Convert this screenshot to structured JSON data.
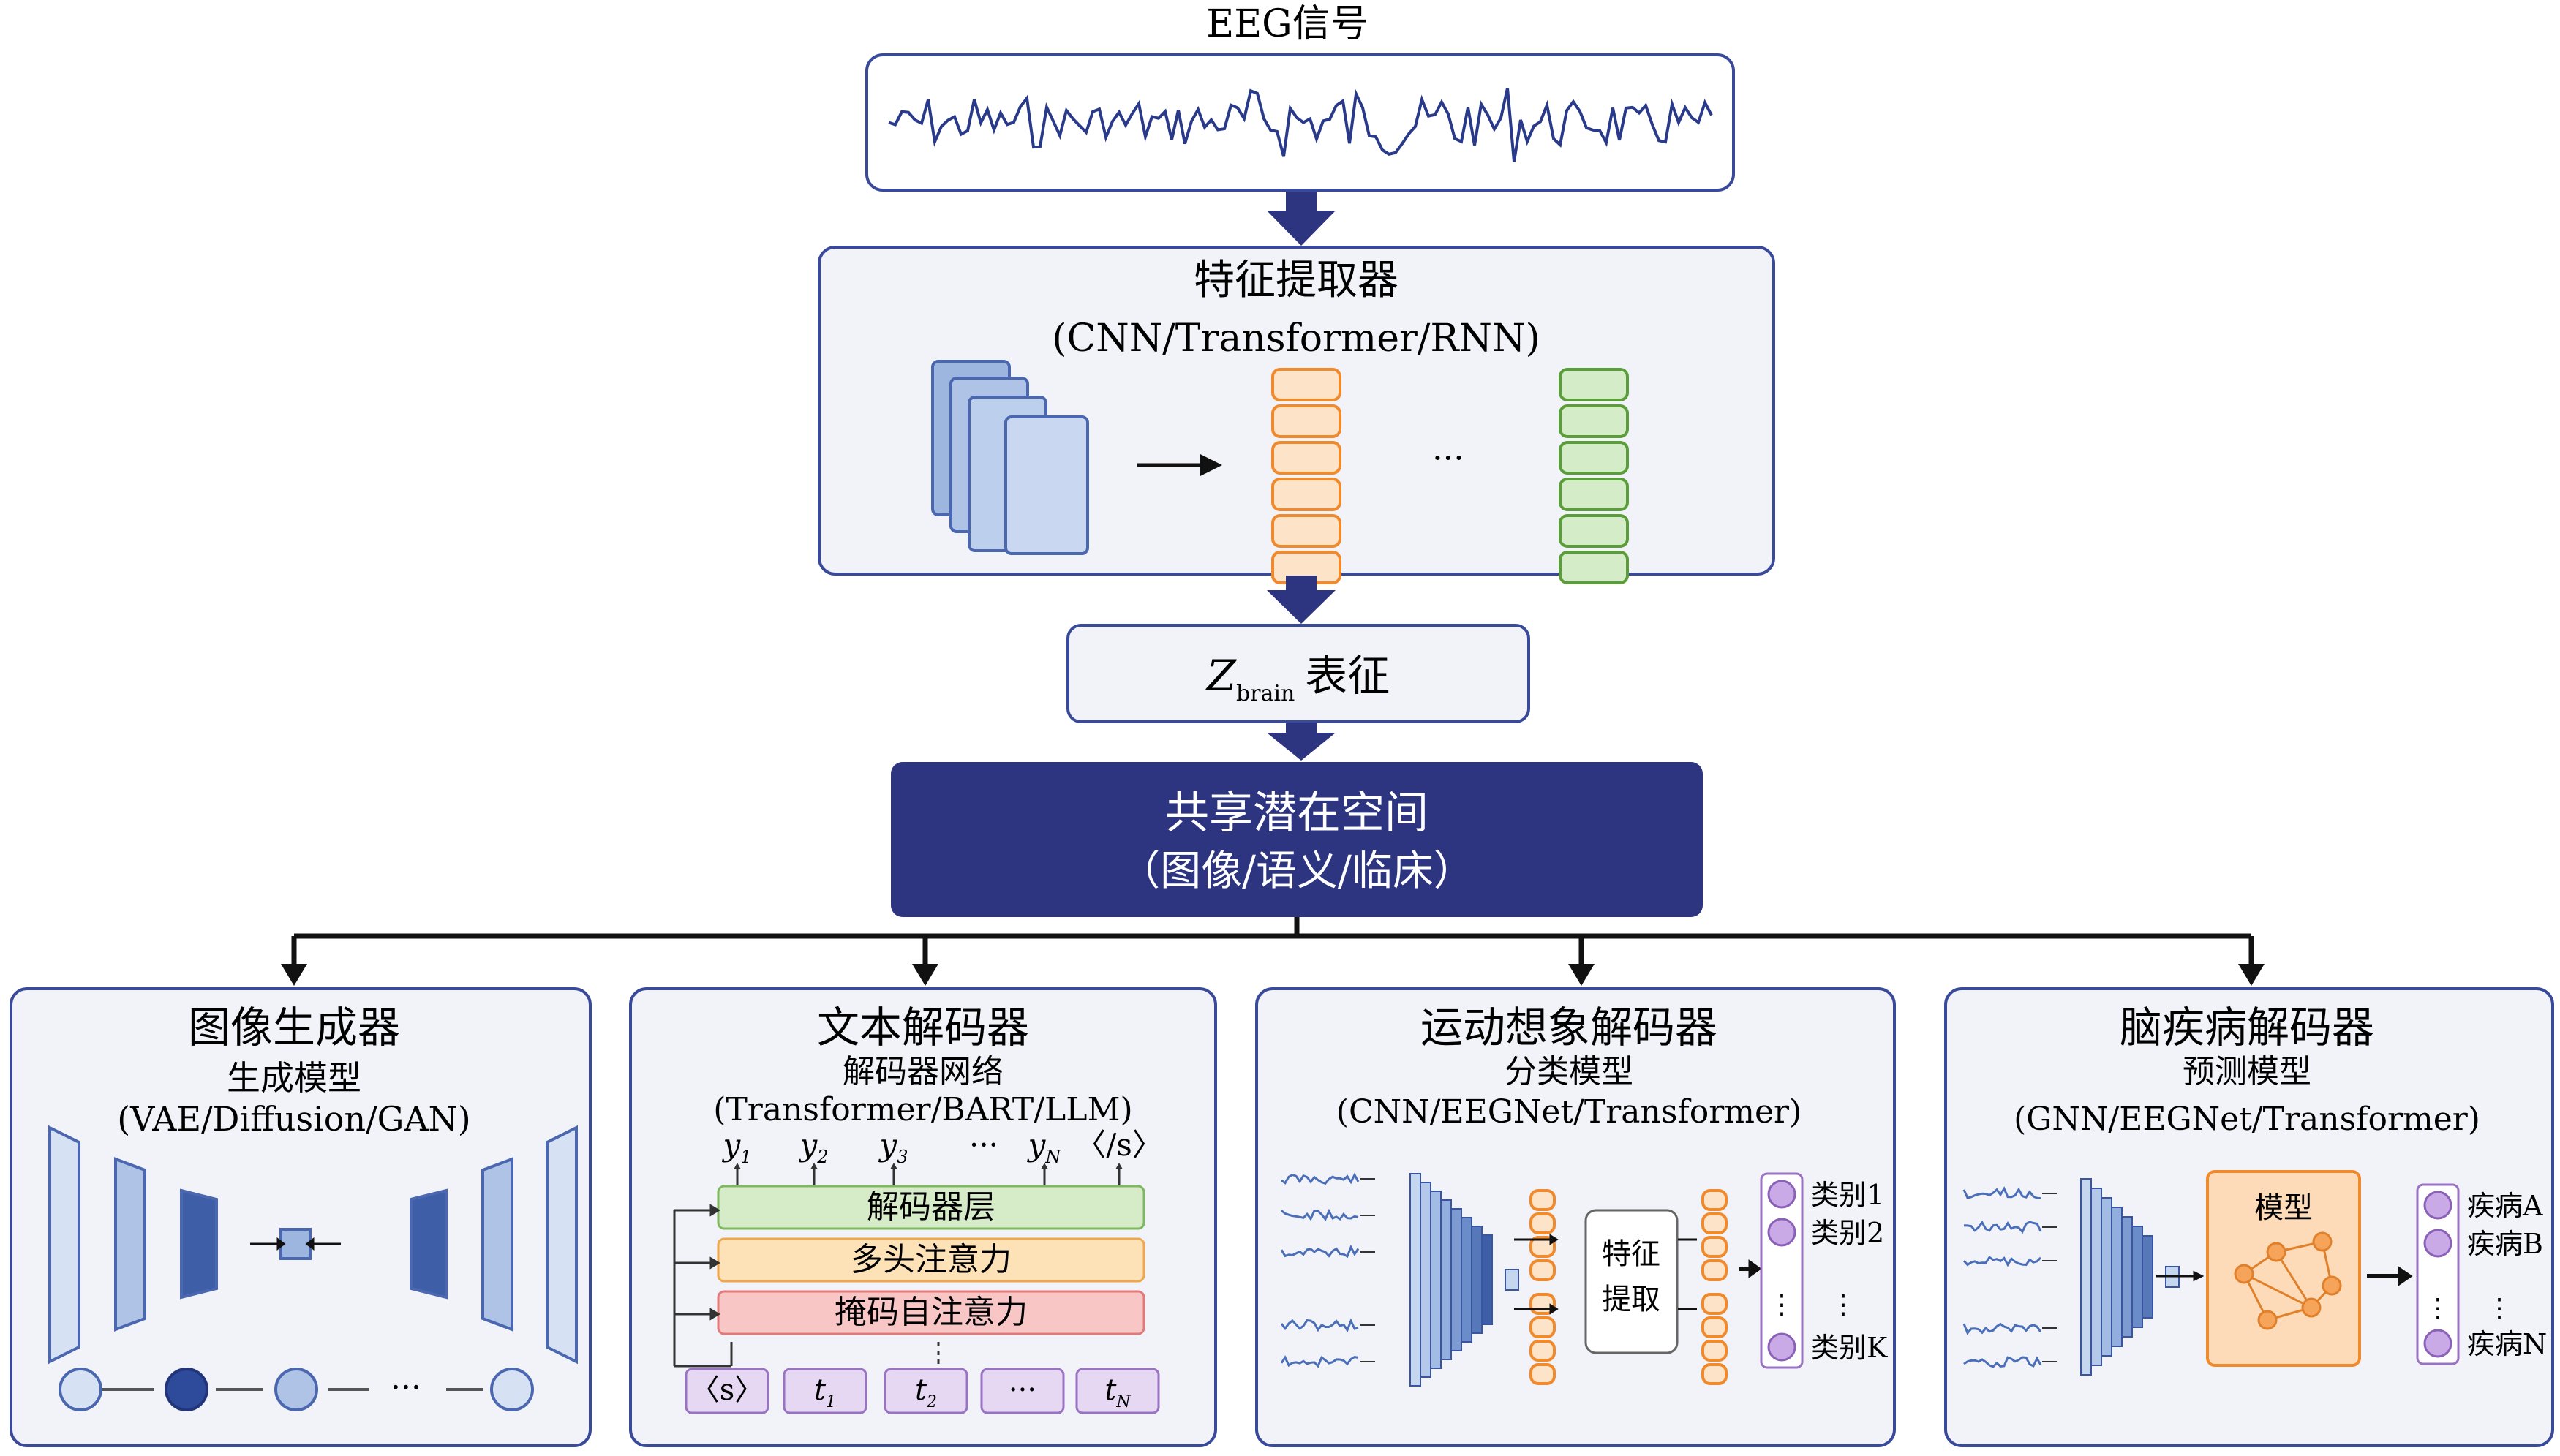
{
  "eeg": {
    "title": "EEG信号"
  },
  "feature_extractor": {
    "title": "特征提取器",
    "subtitle": "(CNN/Transformer/RNN)",
    "ellipsis": "···"
  },
  "zbrain": {
    "symbol": "Z",
    "subscript": "brain",
    "label": "表征"
  },
  "latent": {
    "title": "共享潜在空间",
    "subtitle": "（图像/语义/临床）"
  },
  "image_gen": {
    "title": "图像生成器",
    "subtitle": "生成模型",
    "models": "(VAE/Diffusion/GAN)",
    "ellipsis": "···"
  },
  "text_dec": {
    "title": "文本解码器",
    "subtitle": "解码器网络",
    "models": "(Transformer/BART/LLM)",
    "outputs": [
      "y",
      "y",
      "y",
      "···",
      "y",
      "〈/s〉"
    ],
    "output_subs": [
      "1",
      "2",
      "3",
      "",
      "N",
      ""
    ],
    "layers": [
      "解码器层",
      "多头注意力",
      "掩码自注意力"
    ],
    "inputs": [
      "〈s〉",
      "t",
      "t",
      "···",
      "t"
    ],
    "input_subs": [
      "",
      "1",
      "2",
      "",
      "N"
    ]
  },
  "mi_dec": {
    "title": "运动想象解码器",
    "subtitle": "分类模型",
    "models": "(CNN/EEGNet/Transformer)",
    "feature_label_1": "特征",
    "feature_label_2": "提取",
    "classes": [
      "类别1",
      "类别2",
      "类别K"
    ],
    "vdots": "⋮"
  },
  "disease_dec": {
    "title": "脑疾病解码器",
    "subtitle": "预测模型",
    "models": "(GNN/EEGNet/Transformer)",
    "model_label": "模型",
    "classes": [
      "疾病A",
      "疾病B",
      "疾病N"
    ],
    "vdots": "⋮"
  },
  "colors": {
    "navy": "#2e3580",
    "box_border": "#3a4a9a",
    "panel_fill": "#f2f3f9",
    "blue_light": "#b9cdea",
    "blue_mid": "#7d9bd0",
    "blue_dark": "#3f5ea8",
    "orange": "#f08a2c",
    "orange_fill": "#fde3c8",
    "green": "#5a9e3a",
    "green_fill": "#d5ecc8",
    "purple": "#9a72c4",
    "purple_fill": "#e6d8f3",
    "layer_green": "#d6ecc9",
    "layer_orange": "#fde2b7",
    "layer_red": "#f9c6c6"
  }
}
